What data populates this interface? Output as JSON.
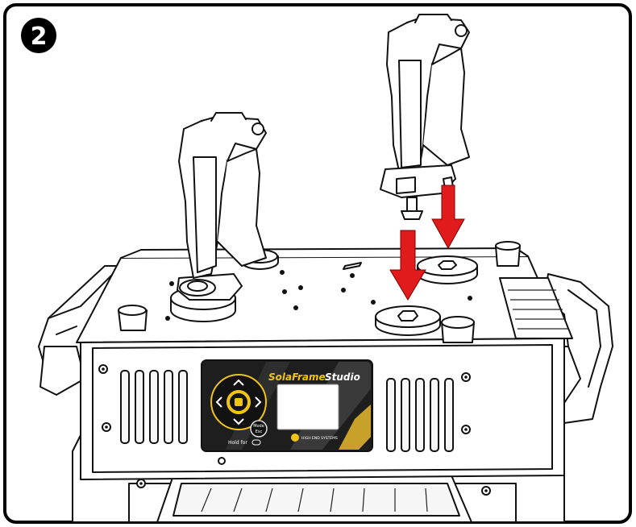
{
  "step": {
    "number": "2"
  },
  "panel": {
    "brand_light": "SolaFrame",
    "brand_bold": "Studio",
    "button_label_line1": "Mode",
    "button_label_line2": "Esc",
    "hold_label": "Hold for",
    "logo_text": "HIGH END SYSTEMS"
  },
  "colors": {
    "arrow_red": "#e11b1b",
    "panel_yellow": "#f2c317",
    "panel_dark": "#2b2b2b"
  }
}
